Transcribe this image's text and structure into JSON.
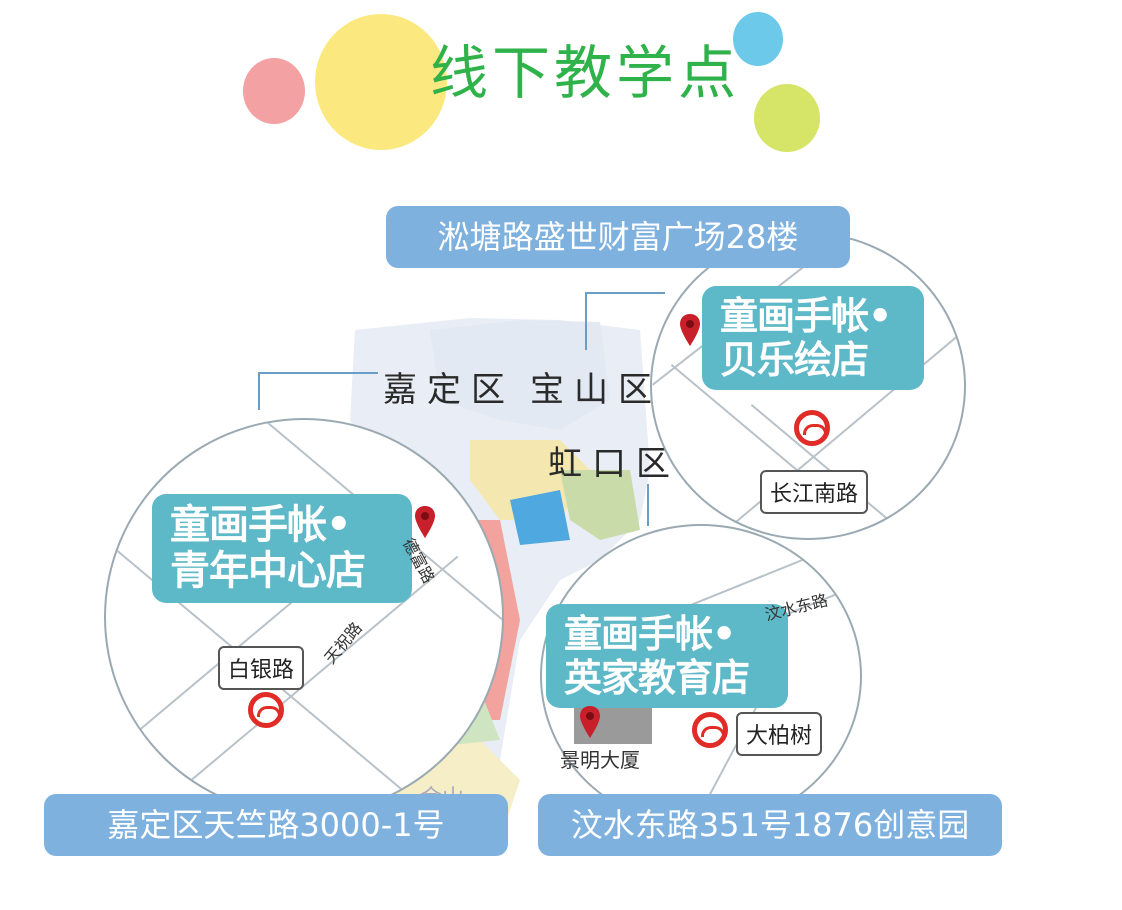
{
  "title": "线下教学点",
  "colors": {
    "title_green": "#2fb24a",
    "store_teal": "#5db8c8",
    "address_blue": "#7fb1df",
    "metro_red": "#e02b27"
  },
  "districts": {
    "jiading": "嘉定区",
    "baoshan": "宝山区",
    "hongkou": "虹口区",
    "jinshan_partial": "金山"
  },
  "stores": {
    "bele": {
      "line1": "童画手帐•",
      "line2": "贝乐绘店"
    },
    "youth": {
      "line1": "童画手帐•",
      "line2": "青年中心店"
    },
    "yingjia": {
      "line1": "童画手帐•",
      "line2": "英家教育店"
    }
  },
  "addresses": {
    "top": "淞塘路盛世财富广场28楼",
    "left": "嘉定区天竺路3000-1号",
    "right": "汶水东路351号1876创意园"
  },
  "stations": {
    "changjiang": "长江南路",
    "baiyin": "白银路",
    "dabaishu": "大柏树"
  },
  "streets": {
    "defu": "德富路",
    "tianzhu": "天祝路",
    "wenshui": "汶水东路",
    "jingming": "景明大厦"
  },
  "icons": {
    "pin": "map-pin-icon",
    "metro": "shanghai-metro-icon"
  }
}
